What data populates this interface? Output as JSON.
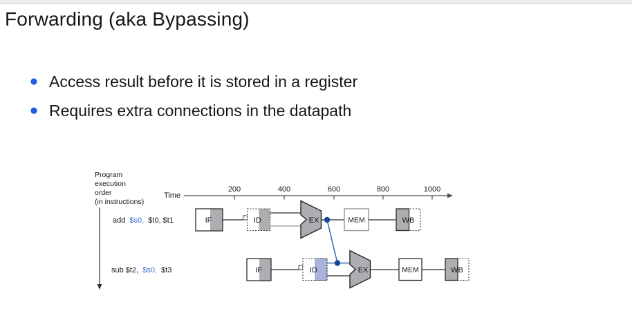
{
  "slide": {
    "title": "Forwarding (aka Bypassing)",
    "bullets": [
      "Access result before it is stored in a register",
      "Requires extra connections in the datapath"
    ]
  },
  "diagram": {
    "order_label": {
      "line1": "Program",
      "line2": "execution",
      "line3": "order",
      "line4": "(in instructions)"
    },
    "time_axis": {
      "label": "Time",
      "ticks": [
        "200",
        "400",
        "600",
        "800",
        "1000"
      ]
    },
    "instructions": [
      {
        "pre": "add",
        "reg": "$s0,",
        "post": "$t0, $t1"
      },
      {
        "pre": "sub $t2,",
        "reg": "$s0,",
        "post": "$t3"
      }
    ],
    "stages": {
      "if": "IF",
      "id": "ID",
      "ex": "EX",
      "mem": "MEM",
      "wb": "WB"
    }
  },
  "colors": {
    "bullet_blue": "#1f5ae8",
    "reg_blue": "#3b6bd0",
    "forward_line_blue": "#3267b1",
    "forward_dot_blue": "#17479c",
    "stage_gray": "#aeaeb2",
    "id_highlight_blue": "#a9b3da"
  }
}
